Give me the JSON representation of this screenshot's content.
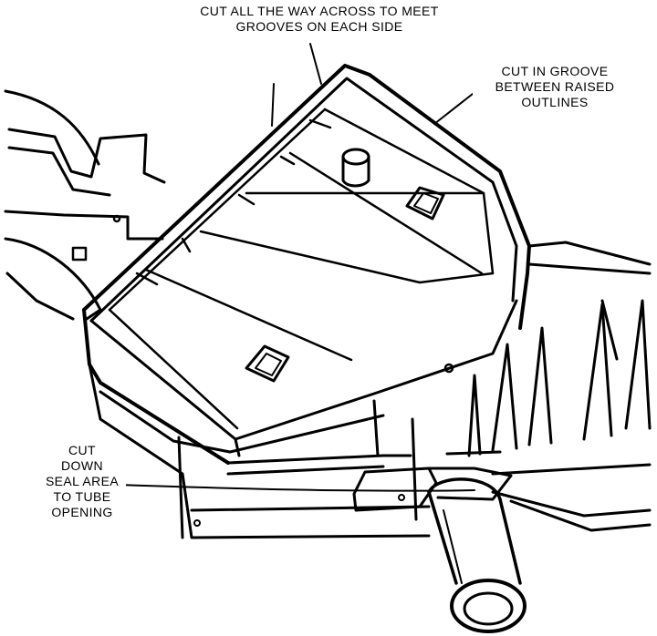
{
  "callouts": {
    "top": {
      "lines": [
        "CUT ALL THE WAY ACROSS TO MEET",
        "GROOVES ON EACH SIDE"
      ]
    },
    "right": {
      "lines": [
        "CUT IN GROOVE",
        "BETWEEN RAISED",
        "OUTLINES"
      ]
    },
    "left": {
      "lines": [
        "CUT",
        "DOWN",
        "SEAL AREA",
        "TO TUBE",
        "OPENING"
      ]
    }
  },
  "colors": {
    "ink": "#000000",
    "paper": "#ffffff"
  }
}
